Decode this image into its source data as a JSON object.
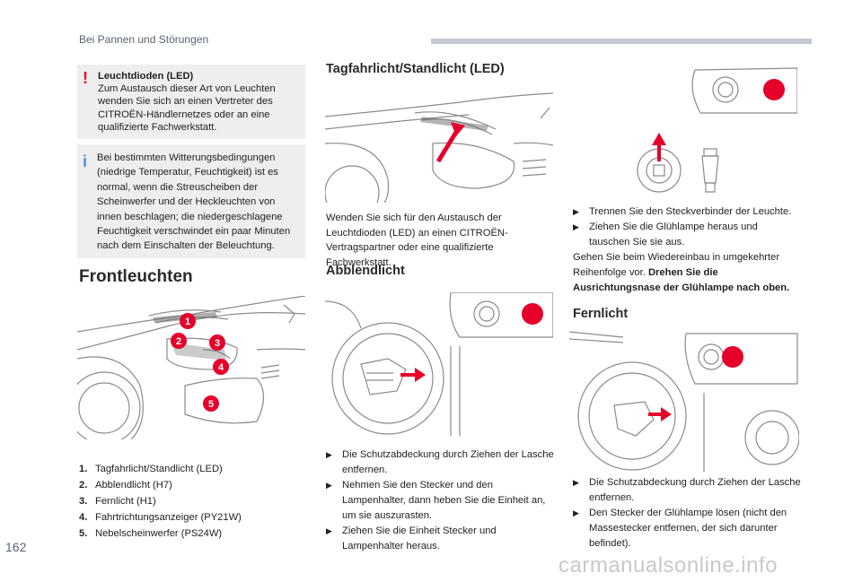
{
  "header": {
    "section_title": "Bei Pannen und Störungen"
  },
  "warning_box": {
    "title": "Leuchtdioden (LED)",
    "body": "Zum Austausch dieser Art von Leuchten wenden Sie sich an einen Vertreter des CITROËN-Händlernetzes oder an eine qualifizierte Fachwerkstatt."
  },
  "info_box": {
    "body": "Bei bestimmten Witterungsbedingungen (niedrige Temperatur, Feuchtigkeit) ist es normal, wenn die Streuscheiben der Scheinwerfer und der Heckleuchten von innen beschlagen; die niedergeschlagene Feuchtigkeit verschwindet ein paar Minuten nach dem Einschalten der Beleuchtung."
  },
  "frontleuchten": {
    "heading": "Frontleuchten",
    "callouts": [
      "1",
      "2",
      "3",
      "4",
      "5"
    ],
    "items": [
      {
        "num": "1.",
        "text": "Tagfahrlicht/Standlicht (LED)"
      },
      {
        "num": "2.",
        "text": "Abblendlicht (H7)"
      },
      {
        "num": "3.",
        "text": "Fernlicht (H1)"
      },
      {
        "num": "4.",
        "text": "Fahrtrichtungsanzeiger (PY21W)"
      },
      {
        "num": "5.",
        "text": "Nebelscheinwerfer (PS24W)"
      }
    ]
  },
  "tagfahrlicht": {
    "heading": "Tagfahrlicht/Standlicht (LED)",
    "text": "Wenden Sie sich für den Austausch der Leuchtdioden (LED) an einen CITROËN-Vertragspartner oder eine qualifizierte Fachwerkstatt."
  },
  "abblendlicht": {
    "heading": "Abblendlicht",
    "steps": [
      "Die Schutzabdeckung durch Ziehen der Lasche entfernen.",
      "Nehmen Sie den Stecker und den Lampenhalter, dann heben Sie die Einheit an, um sie auszurasten.",
      "Ziehen Sie die Einheit Stecker und Lampenhalter heraus."
    ]
  },
  "abblend_cont": {
    "steps": [
      "Trennen Sie den Steckverbinder der Leuchte.",
      "Ziehen Sie die Glühlampe heraus und tauschen Sie sie aus."
    ],
    "reinstall_text": "Gehen Sie beim Wiedereinbau in umgekehrter Reihenfolge vor.",
    "reinstall_bold": "Drehen Sie die Ausrichtungsnase der Glühlampe nach oben."
  },
  "fernlicht": {
    "heading": "Fernlicht",
    "steps": [
      "Die Schutzabdeckung durch Ziehen der Lasche entfernen.",
      "Den Stecker der Glühlampe lösen (nicht den Massestecker entfernen, der sich darunter befindet)."
    ]
  },
  "footer": {
    "page_number": "162",
    "watermark": "carmanualsonline.info"
  },
  "colors": {
    "accent_red": "#e4002b",
    "info_blue": "#4d93d1",
    "header_bar": "#c5c7d6"
  },
  "icons": {
    "bullet": "arrow-right-icon",
    "warning": "exclamation-icon",
    "info": "info-i-icon"
  }
}
